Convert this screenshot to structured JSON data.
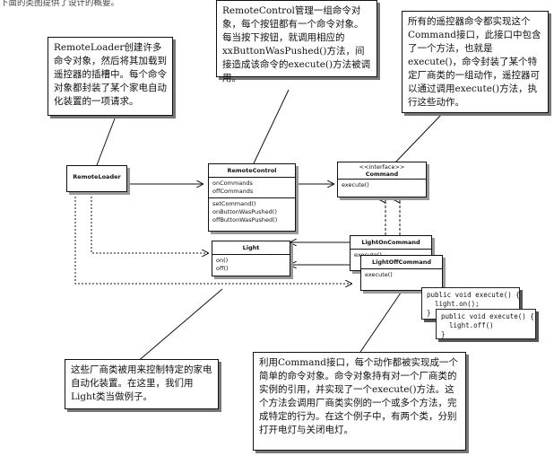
{
  "top_caption": "下面的类图提供了设计的概要。",
  "notes": {
    "remote_loader": "RemoteLoader创建许多命令对象，然后将其加载到遥控器的插槽中。每个命令对象都封装了某个家电自动化装置的一项请求。",
    "remote_control": "RemoteControl管理一组命令对象，每个按钮都有一个命令对象。每当按下按钮，就调用相应的xxButtonWasPushed()方法，间接造成该命令的execute()方法被调用。",
    "command": "所有的遥控器命令都实现这个Command接口，此接口中包含了一个方法，也就是execute()，命令封装了某个特定厂商类的一组动作，遥控器可以通过调用execute()方法，执行这些动作。",
    "light": "这些厂商类被用来控制特定的家电自动化装置。在这里，我们用Light类当做例子。",
    "concrete": "利用Command接口，每个动作都被实现成一个简单的命令对象。命令对象持有对一个厂商类的实例的引用，并实现了一个execute()方法。这个方法会调用厂商类实例的一个或多个方法，完成特定的行为。在这个例子中，有两个类，分别打开电灯与关闭电灯。"
  },
  "classes": {
    "remote_loader": {
      "name": "RemoteLoader"
    },
    "remote_control": {
      "name": "RemoteControl",
      "attrs": [
        "onCommands",
        "offCommands"
      ],
      "methods": [
        "setCommand()",
        "onButtonWasPushed()",
        "offButtonWasPushed()"
      ]
    },
    "command": {
      "stereotype": "<<interface>>",
      "name": "Command",
      "methods": [
        "execute()"
      ]
    },
    "light": {
      "name": "Light",
      "methods": [
        "on()",
        "off()"
      ]
    },
    "light_on": {
      "name": "LightOnCommand",
      "methods": [
        "execute()"
      ]
    },
    "light_off": {
      "name": "LightOffCommand",
      "methods": [
        "execute()"
      ]
    }
  },
  "code": {
    "on": "public void execute() {\n  light.on();\n}",
    "off": "public void execute() {\n  light.off()\n}"
  }
}
